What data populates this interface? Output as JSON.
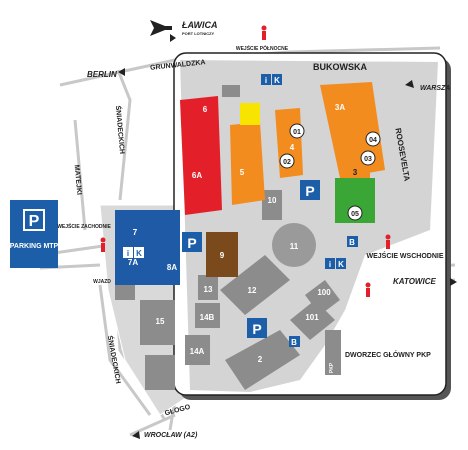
{
  "streets": {
    "bukowska": "BUKOWSKA",
    "grunwaldzka": "GRUNWALDZKA",
    "roosevelta": "ROOSEVELTA",
    "sniadeckich_top": "ŚNIADECKICH",
    "sniadeckich_bottom": "ŚNIADECKICH",
    "matejki": "MATEJKI",
    "glogowska": "GŁOGO"
  },
  "directions": {
    "lawica": "ŁAWICA",
    "lawica_sub": "PORT LOTNICZY",
    "berlin": "BERLIN",
    "warszawa": "WARSZA",
    "katowice": "KATOWICE",
    "wroclaw": "WROCŁAW (A2)"
  },
  "entrances": {
    "north": "WEJŚCIE PÓŁNOCNE",
    "west": "WEJŚCIE ZACHODNIE",
    "east": "WEJŚCIE WSCHODNIE",
    "entry": "WJAZD"
  },
  "parking_box": {
    "letter": "P",
    "label": "PARKING MTP"
  },
  "parking_letter": "P",
  "station": "DWORZEC GŁÓWNY PKP",
  "pkp_badge": "PKP",
  "halls": {
    "h6": "6",
    "h6a": "6A",
    "h5": "5",
    "h4": "4",
    "h3a": "3A",
    "h3": "3",
    "h7": "7",
    "h7a": "7A",
    "h8a": "8A",
    "h9": "9",
    "h10": "10",
    "h11": "11",
    "h12": "12",
    "h13": "13",
    "h14a": "14A",
    "h14b": "14B",
    "h15": "15",
    "h2": "2",
    "h100": "100",
    "h101": "101",
    "h05": "05"
  },
  "circles": [
    "01",
    "02",
    "03",
    "04",
    "05"
  ],
  "info_letters": {
    "i": "i",
    "k": "K",
    "b": "B"
  },
  "colors": {
    "red_hall": "#e3202a",
    "orange_hall": "#f28c1f",
    "green_hall": "#3aa635",
    "blue_hall": "#1f5aa6",
    "brown_hall": "#7a4a1c",
    "yellow": "#f7e400",
    "grey_building": "#8c8c8c",
    "grounds": "#d4d4d4",
    "parking_blue": "#1c5ea8"
  }
}
